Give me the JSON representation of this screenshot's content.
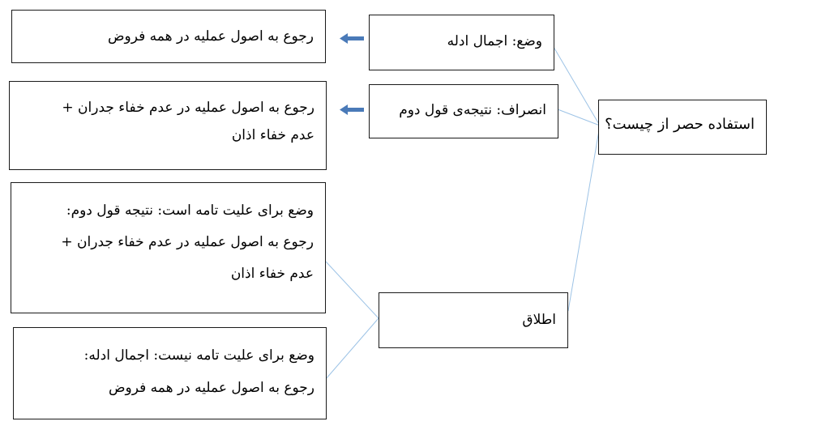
{
  "colors": {
    "connector": "#9dc3e6",
    "arrow": "#4a7ab8",
    "border": "#1a1a1a"
  },
  "root": {
    "label": "استفاده حصر از چیست؟"
  },
  "branches": {
    "wad": {
      "label": "وضع: اجمال ادله"
    },
    "insiraf": {
      "label": "انصراف: نتیجه‌ی قول دوم"
    },
    "itlaq": {
      "label": "اطلاق"
    }
  },
  "results": {
    "wad_result": {
      "lines": [
        "رجوع به اصول عملیه در همه فروض"
      ]
    },
    "insiraf_result": {
      "lines": [
        "رجوع به اصول عملیه در عدم خفاء جدران +",
        "عدم خفاء اذان"
      ]
    },
    "itlaq_complete": {
      "lines": [
        "وضع برای علیت تامه است: نتیجه قول دوم:",
        "رجوع به اصول عملیه در عدم خفاء جدران +",
        "عدم خفاء اذان"
      ]
    },
    "itlaq_incomplete": {
      "lines": [
        "وضع برای علیت تامه نیست: اجمال ادله:",
        "رجوع به اصول عملیه در همه فروض"
      ]
    }
  }
}
